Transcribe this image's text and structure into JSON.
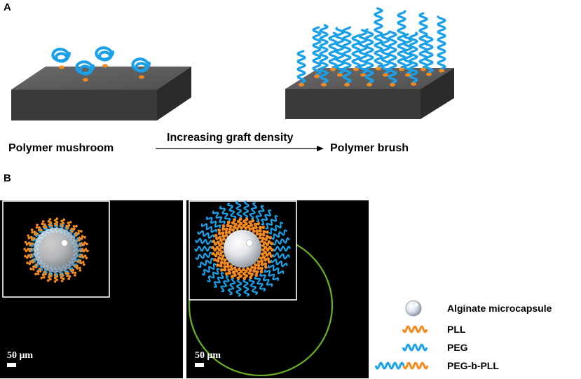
{
  "panel_a": {
    "label": "A",
    "left_caption": "Polymer mushroom",
    "arrow_caption": "Increasing graft density",
    "right_caption": "Polymer brush"
  },
  "panel_b": {
    "label": "B",
    "scale_bar_left": "50 μm",
    "scale_bar_right": "50 μm",
    "legend": [
      {
        "label": "Alginate microcapsule",
        "icon": "sphere-icon"
      },
      {
        "label": "PLL",
        "icon": "orange-coil-icon"
      },
      {
        "label": "PEG",
        "icon": "blue-coil-icon"
      },
      {
        "label": "PEG-b-PLL",
        "icon": "blue-orange-coil-icon"
      }
    ]
  },
  "colors": {
    "peg_blue": "#1aa0e8",
    "pll_orange": "#f28a1e",
    "slab_top": "#5b5b5b",
    "slab_side": "#3a3a3a",
    "fluorescence_green": "#7ccf2a"
  }
}
